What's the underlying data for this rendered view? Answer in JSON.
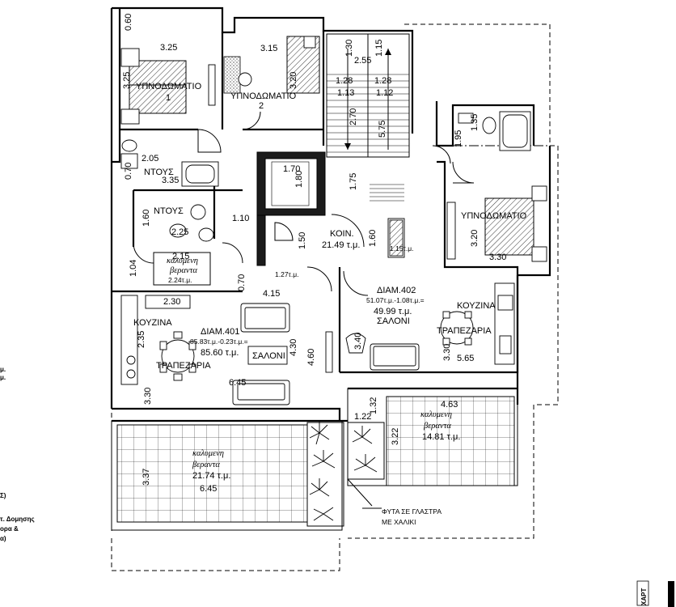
{
  "rooms": {
    "bedroom1": {
      "name": "ΥΠΝΟΔΩΜΑΤΙΟ",
      "number": "1"
    },
    "bedroom2": {
      "name": "ΥΠΝΟΔΩΜΑΤΙΟ",
      "number": "2"
    },
    "bedroom_right": {
      "name": "ΥΠΝΟΔΩΜΑΤΙΟ"
    },
    "shower1": "ΝΤΟΥΣ",
    "shower2": "ΝΤΟΥΣ",
    "common": {
      "name": "ΚΟΙΝ.",
      "area": "21.49 τ.μ."
    },
    "kitchen_left": "ΚΟΥΖΙΝΑ",
    "dining_left": "ΤΡΑΠΕΖΑΡΙΑ",
    "living_left": "ΣΑΛΟΝΙ",
    "kitchen_right": "ΚΟΥΖΙΝΑ",
    "dining_right": "ΤΡΑΠΕΖΑΡΙΑ",
    "living_right": "ΣΑΛΟΝΙ",
    "storage": "1.15τ.μ.",
    "lift": "1.27τ.μ."
  },
  "apartments": {
    "apt401": {
      "title": "ΔΙΑΜ.401",
      "calc": "85.83τ.μ.-0.23τ.μ.=",
      "area": "85.60 τ.μ."
    },
    "apt402": {
      "title": "ΔΙΑΜ.402",
      "calc": "51.07τ.μ.-1.08τ.μ.=",
      "area": "49.99 τ.μ."
    }
  },
  "verandas": {
    "small": {
      "name": "καλυμενη",
      "name2": "βεραντα",
      "area": "2.24τ.μ."
    },
    "bottom_left": {
      "name": "καλυμενη",
      "name2": "βεραντα",
      "area": "21.74 τ.μ."
    },
    "bottom_right": {
      "name": "καλυμενη",
      "name2": "βεραντα",
      "area": "14.81 τ.μ."
    }
  },
  "dimensions": {
    "bed1_w": "3.25",
    "bed2_w": "3.15",
    "top_060": "0.60",
    "stair_130": "1.30",
    "stair_255": "2.55",
    "stair_115": "1.15",
    "stair_128a": "1.28",
    "stair_128b": "1.28",
    "stair_113": "1.13",
    "stair_112": "1.12",
    "stair_270": "2.70",
    "stair_575": "5.75",
    "stair_175": "1.75",
    "bed1_h": "3.25",
    "bed2_h": "3.20",
    "bath_205": "2.05",
    "bath_070": "0.70",
    "bath_335": "3.35",
    "bath_160": "1.60",
    "bath_225": "2.25",
    "core_170": "1.70",
    "core_180": "1.80",
    "corr_110": "1.10",
    "lift_150": "1.50",
    "common_160": "1.60",
    "ver_104": "1.04",
    "ver_215": "2.15",
    "kit_230": "2.30",
    "liv_070": "0.70",
    "liv_415": "4.15",
    "liv_430": "4.30",
    "liv_460": "4.60",
    "kit_235": "2.35",
    "liv_645a": "6.45",
    "liv_330": "3.30",
    "ver_337": "3.37",
    "ver_645b": "6.45",
    "r_195": "1.95",
    "r_135": "1.35",
    "r_320": "3.20",
    "r_330": "3.30",
    "r_340": "3.40",
    "r_330b": "3.30",
    "r_565": "5.65",
    "rv_132": "1.32",
    "rv_122": "1.22",
    "rv_463": "4.63",
    "rv_322": "3.22"
  },
  "notes": {
    "plants_line1": "ΦΥΤΑ ΣΕ ΓΛΑΣΤΡΑ",
    "plants_line2": "ΜΕ ΧΑΛΙΚΙ",
    "sheet_tag": "ΧΑΡΤ",
    "left_margin": [
      "μ.",
      "μ.",
      "Σ)",
      "τ. Δομησης",
      "ορα &",
      "α)"
    ]
  }
}
